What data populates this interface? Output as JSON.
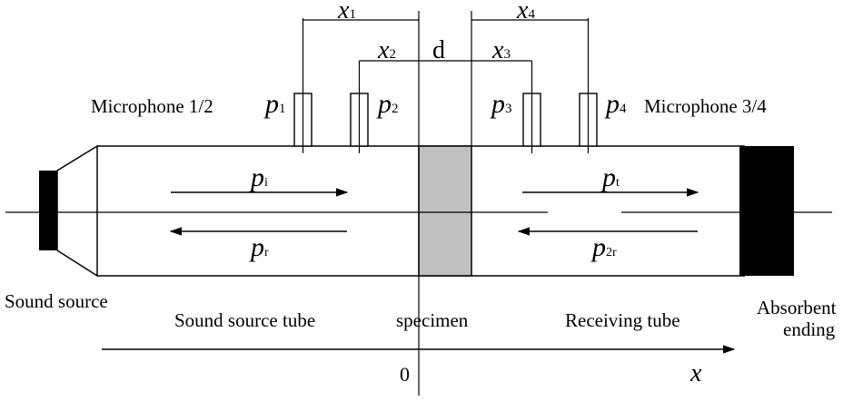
{
  "labels": {
    "x1": "x",
    "x1_sub": "1",
    "x2": "x",
    "x2_sub": "2",
    "x3": "x",
    "x3_sub": "3",
    "x4": "x",
    "x4_sub": "4",
    "d": "d",
    "p1": "p",
    "p1_sub": "1",
    "p2": "p",
    "p2_sub": "2",
    "p3": "p",
    "p3_sub": "3",
    "p4": "p",
    "p4_sub": "4",
    "mic12": "Microphone 1/2",
    "mic34": "Microphone 3/4",
    "pi": "p",
    "pi_sub": "i",
    "pr": "p",
    "pr_sub": "r",
    "pt": "p",
    "pt_sub": "t",
    "p2r": "p",
    "p2r_sub": "2r",
    "sound_source": "Sound source",
    "source_tube": "Sound source tube",
    "specimen": "specimen",
    "receiving_tube": "Receiving tube",
    "absorbent_line1": "Absorbent",
    "absorbent_line2": "ending",
    "origin": "0",
    "axis_x": "x"
  },
  "colors": {
    "line": "#000000",
    "specimen_fill": "#c0c0c0",
    "absorber_fill": "#000000"
  }
}
